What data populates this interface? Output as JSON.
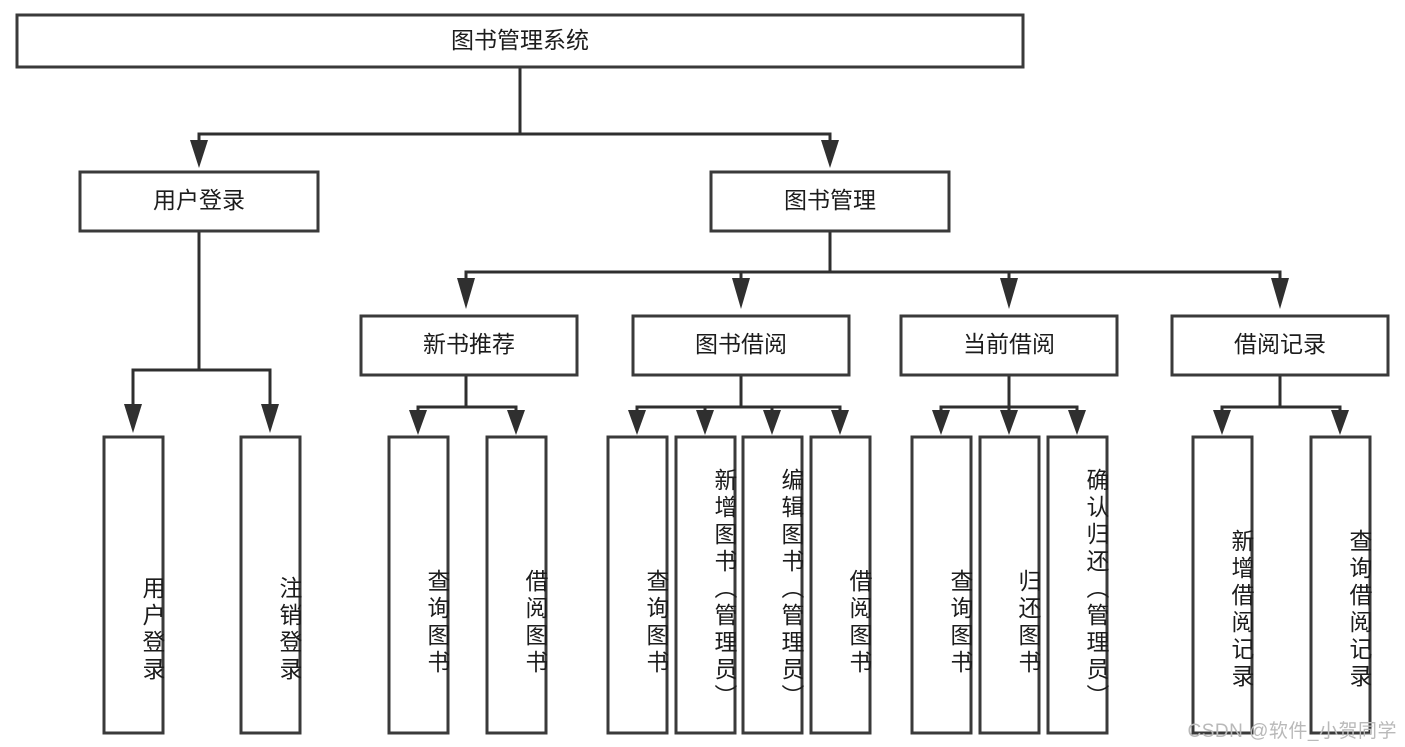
{
  "diagram": {
    "title": "图书管理系统",
    "type": "hierarchy-tree",
    "watermark": "CSDN @软件_小贺同学",
    "colors": {
      "background": "#ffffff",
      "box_border": "#3a3a3a",
      "box_fill": "#ffffff",
      "connector": "#2f2f2f",
      "text": "#1c1c1c",
      "watermark": "#b9b9b9"
    },
    "levels": {
      "root": {
        "label": "图书管理系统"
      },
      "level2": [
        {
          "id": "user-login",
          "label": "用户登录"
        },
        {
          "id": "book-manage",
          "label": "图书管理"
        }
      ],
      "level3": [
        {
          "id": "new-book-recommend",
          "label": "新书推荐",
          "parent": "book-manage"
        },
        {
          "id": "book-borrow",
          "label": "图书借阅",
          "parent": "book-manage"
        },
        {
          "id": "current-borrow",
          "label": "当前借阅",
          "parent": "book-manage"
        },
        {
          "id": "borrow-record",
          "label": "借阅记录",
          "parent": "book-manage"
        }
      ],
      "leaves": [
        {
          "id": "leaf-user-login",
          "label": "用户登录",
          "parent": "user-login"
        },
        {
          "id": "leaf-user-logout",
          "label": "注销登录",
          "parent": "user-login"
        },
        {
          "id": "leaf-query-book-1",
          "label": "查询图书",
          "parent": "new-book-recommend"
        },
        {
          "id": "leaf-borrow-book-1",
          "label": "借阅图书",
          "parent": "new-book-recommend"
        },
        {
          "id": "leaf-query-book-2",
          "label": "查询图书",
          "parent": "book-borrow"
        },
        {
          "id": "leaf-add-book",
          "label": "新增图书（管理员）",
          "parent": "book-borrow"
        },
        {
          "id": "leaf-edit-book",
          "label": "编辑图书（管理员）",
          "parent": "book-borrow"
        },
        {
          "id": "leaf-borrow-book-2",
          "label": "借阅图书",
          "parent": "book-borrow"
        },
        {
          "id": "leaf-query-book-3",
          "label": "查询图书",
          "parent": "current-borrow"
        },
        {
          "id": "leaf-return-book",
          "label": "归还图书",
          "parent": "current-borrow"
        },
        {
          "id": "leaf-confirm-return",
          "label": "确认归还（管理员）",
          "parent": "current-borrow"
        },
        {
          "id": "leaf-add-record",
          "label": "新增借阅记录",
          "parent": "borrow-record"
        },
        {
          "id": "leaf-query-record",
          "label": "查询借阅记录",
          "parent": "borrow-record"
        }
      ]
    }
  }
}
